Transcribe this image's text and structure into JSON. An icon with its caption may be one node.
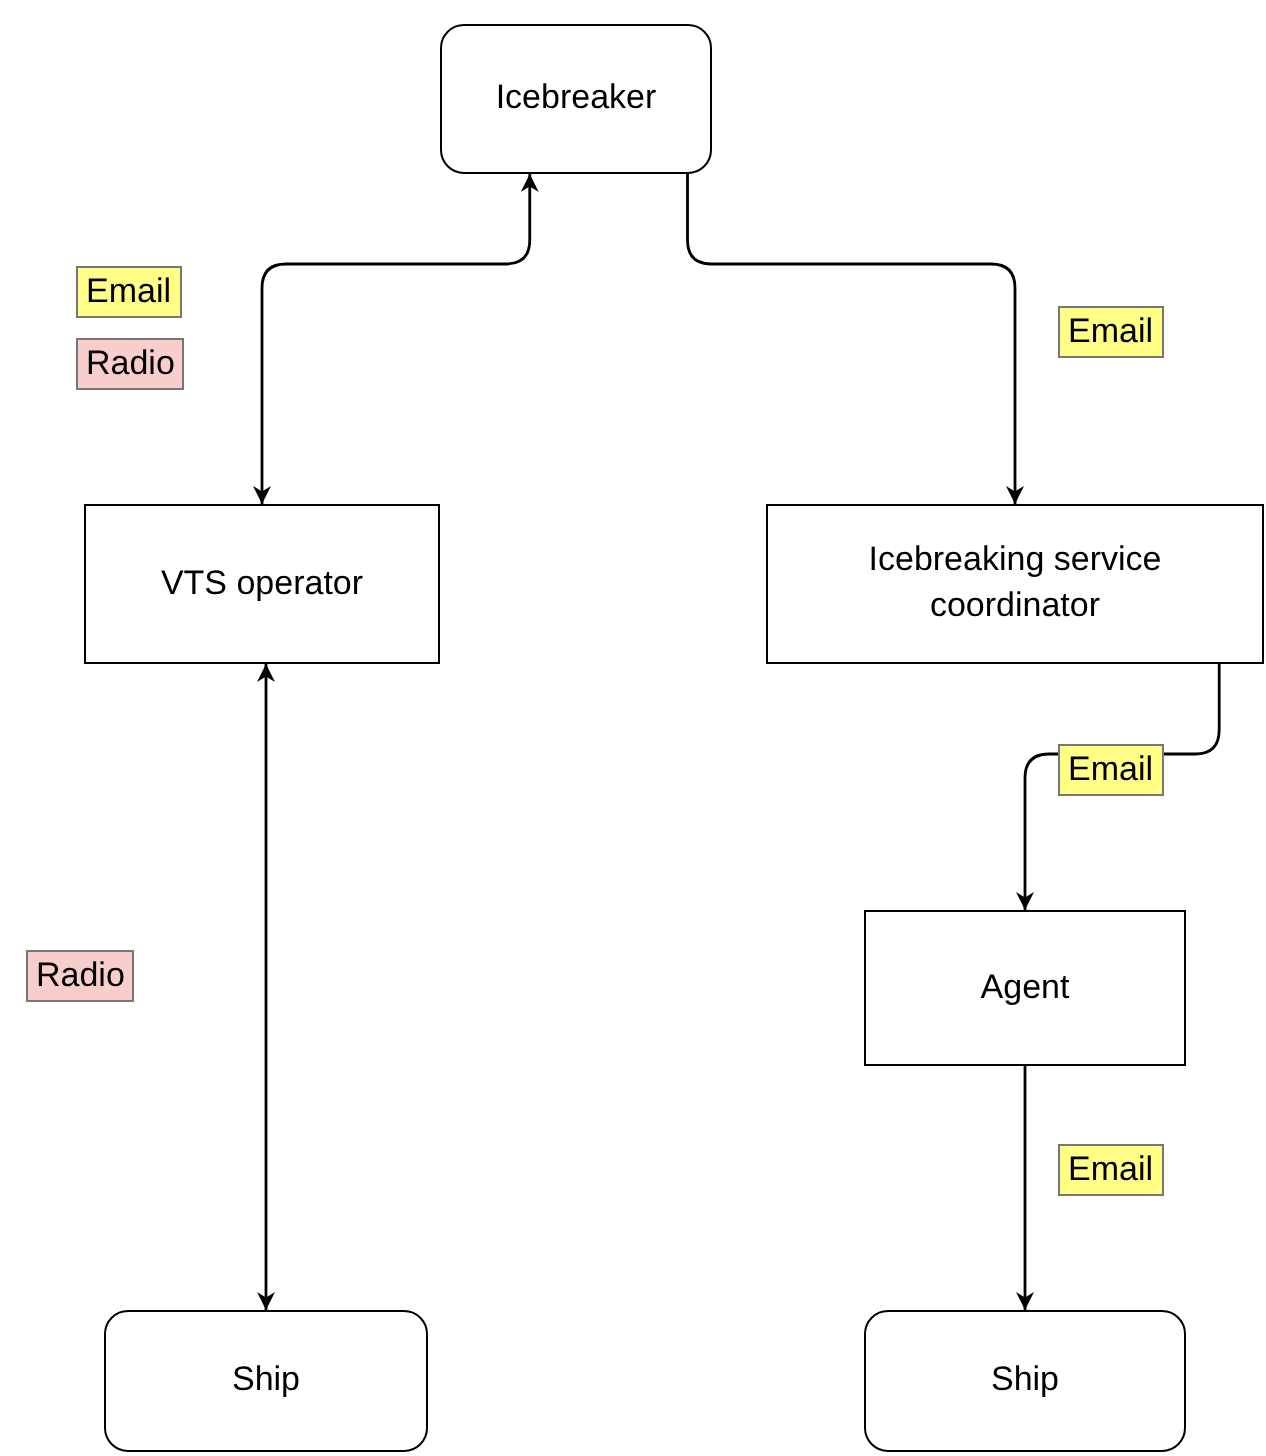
{
  "diagram": {
    "nodes": [
      {
        "text": [
          "Icebreaker"
        ]
      },
      {
        "text": [
          "VTS operator"
        ]
      },
      {
        "text": [
          "Icebreaking service coordinator"
        ]
      },
      {
        "text": [
          "Agent"
        ]
      },
      {
        "text": [
          "Ship"
        ]
      },
      {
        "text": [
          "Ship"
        ]
      }
    ],
    "edges": [
      {
        "from": 0,
        "to": 1,
        "arrow": "both"
      },
      {
        "from": 0,
        "to": 2,
        "arrow": "to"
      },
      {
        "from": 1,
        "to": 4,
        "arrow": "both"
      },
      {
        "from": 2,
        "to": 3,
        "arrow": "to"
      },
      {
        "from": 3,
        "to": 5,
        "arrow": "to"
      }
    ],
    "labels": [
      "Email",
      "Radio",
      "Email",
      "Email",
      "Radio",
      "Email"
    ]
  }
}
